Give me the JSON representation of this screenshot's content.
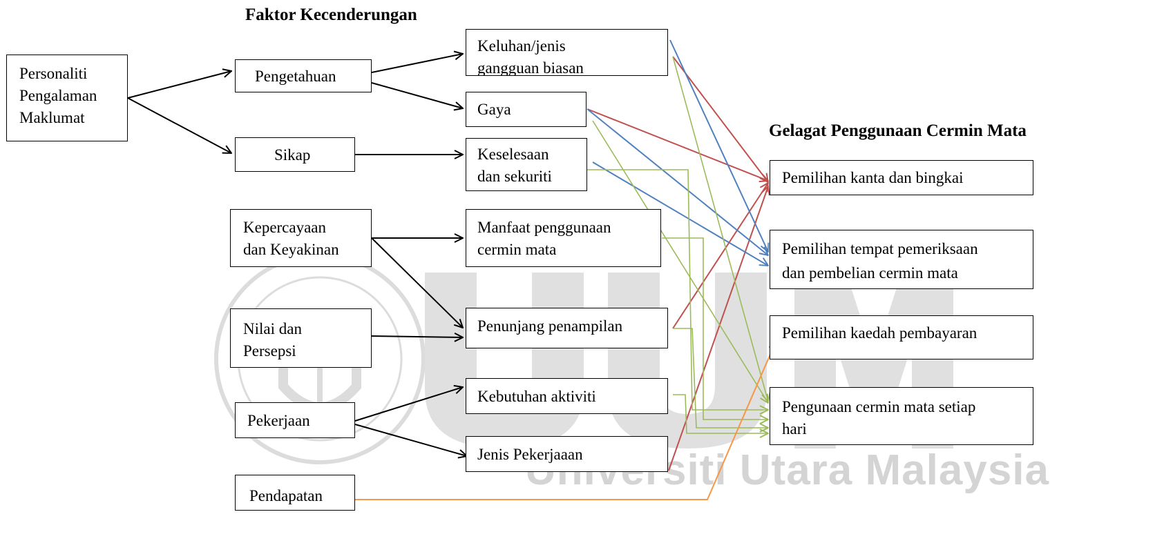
{
  "headings": {
    "factors": "Faktor Kecenderungan",
    "behaviour": "Gelagat Penggunaan Cermin Mata"
  },
  "watermark": {
    "line": "Universiti Utara Malaysia"
  },
  "boxes": {
    "personality": [
      "Personaliti",
      "Pengalaman",
      "Maklumat"
    ],
    "knowledge": [
      "Pengetahuan"
    ],
    "attitude": [
      "Sikap"
    ],
    "belief": [
      "Kepercayaan",
      "dan Keyakinan"
    ],
    "values": [
      "Nilai dan",
      "Persepsi"
    ],
    "occupation": [
      "Pekerjaan"
    ],
    "income": [
      "Pendapatan"
    ],
    "complaints": [
      "Keluhan/jenis",
      "gangguan biasan"
    ],
    "style": [
      "Gaya"
    ],
    "comfort": [
      "Keselesaan",
      "dan sekuriti"
    ],
    "benefit": [
      "Manfaat penggunaan",
      "cermin mata"
    ],
    "appearance": [
      "Penunjang penampilan"
    ],
    "activity": [
      "Kebutuhan aktiviti"
    ],
    "jobtype": [
      "Jenis Pekerjaaan"
    ],
    "lens_frame": [
      "Pemilihan kanta dan bingkai"
    ],
    "place": [
      "Pemilihan tempat pemeriksaan",
      "dan pembelian cermin mata"
    ],
    "payment": [
      "Pemilihan kaedah pembayaran"
    ],
    "daily_use": [
      "Pengunaan cermin mata setiap",
      "hari"
    ]
  },
  "colors": {
    "black": "#000000",
    "red": "#c0504d",
    "blue": "#4f81bd",
    "green": "#9bbb59",
    "orange": "#f79646",
    "watermark": "#d4d4d4"
  }
}
